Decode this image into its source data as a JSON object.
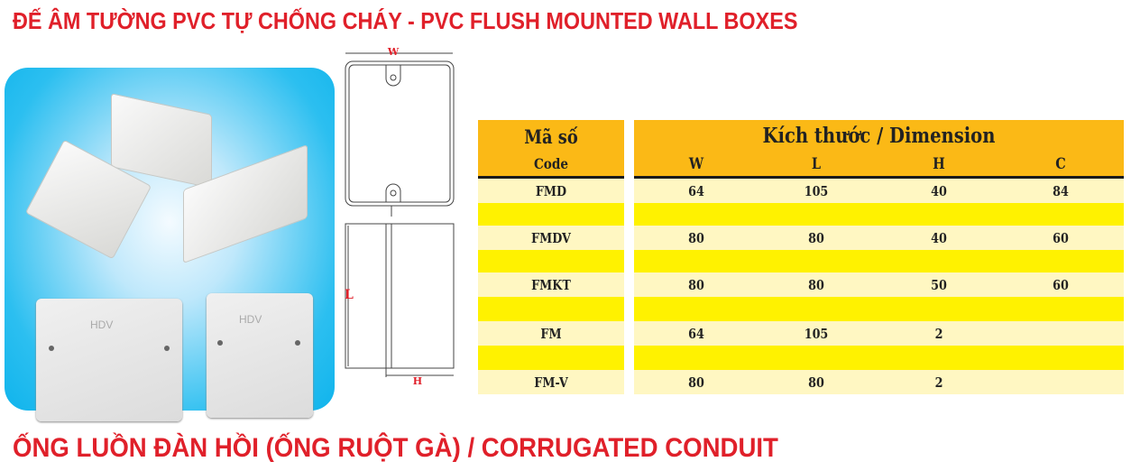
{
  "title": "ĐẾ ÂM TƯỜNG PVC TỰ CHỐNG CHÁY - PVC FLUSH MOUNTED WALL BOXES",
  "footer_title": "ỐNG LUỒN ĐÀN HỒI (ỐNG RUỘT GÀ) / CORRUGATED CONDUIT",
  "photo": {
    "brand": "HDV"
  },
  "drawing": {
    "w": "W",
    "l": "L",
    "h": "H"
  },
  "table": {
    "code_header": "Mã số",
    "code_sub": "Code",
    "dim_header": "Kích thước / Dimension",
    "columns": [
      "W",
      "L",
      "H",
      "C"
    ],
    "rows": [
      {
        "code": "FMD",
        "values": [
          "64",
          "105",
          "40",
          "84"
        ]
      },
      {
        "code": "FMDV",
        "values": [
          "80",
          "80",
          "40",
          "60"
        ]
      },
      {
        "code": "FMKT",
        "values": [
          "80",
          "80",
          "50",
          "60"
        ]
      },
      {
        "code": "FM",
        "values": [
          "64",
          "105",
          "2",
          ""
        ]
      },
      {
        "code": "FM-V",
        "values": [
          "80",
          "80",
          "2",
          ""
        ]
      }
    ]
  },
  "colors": {
    "title": "#e0202a",
    "header": "#fbb916",
    "row_light": "#fff7c2",
    "row_yellow": "#fff200"
  }
}
